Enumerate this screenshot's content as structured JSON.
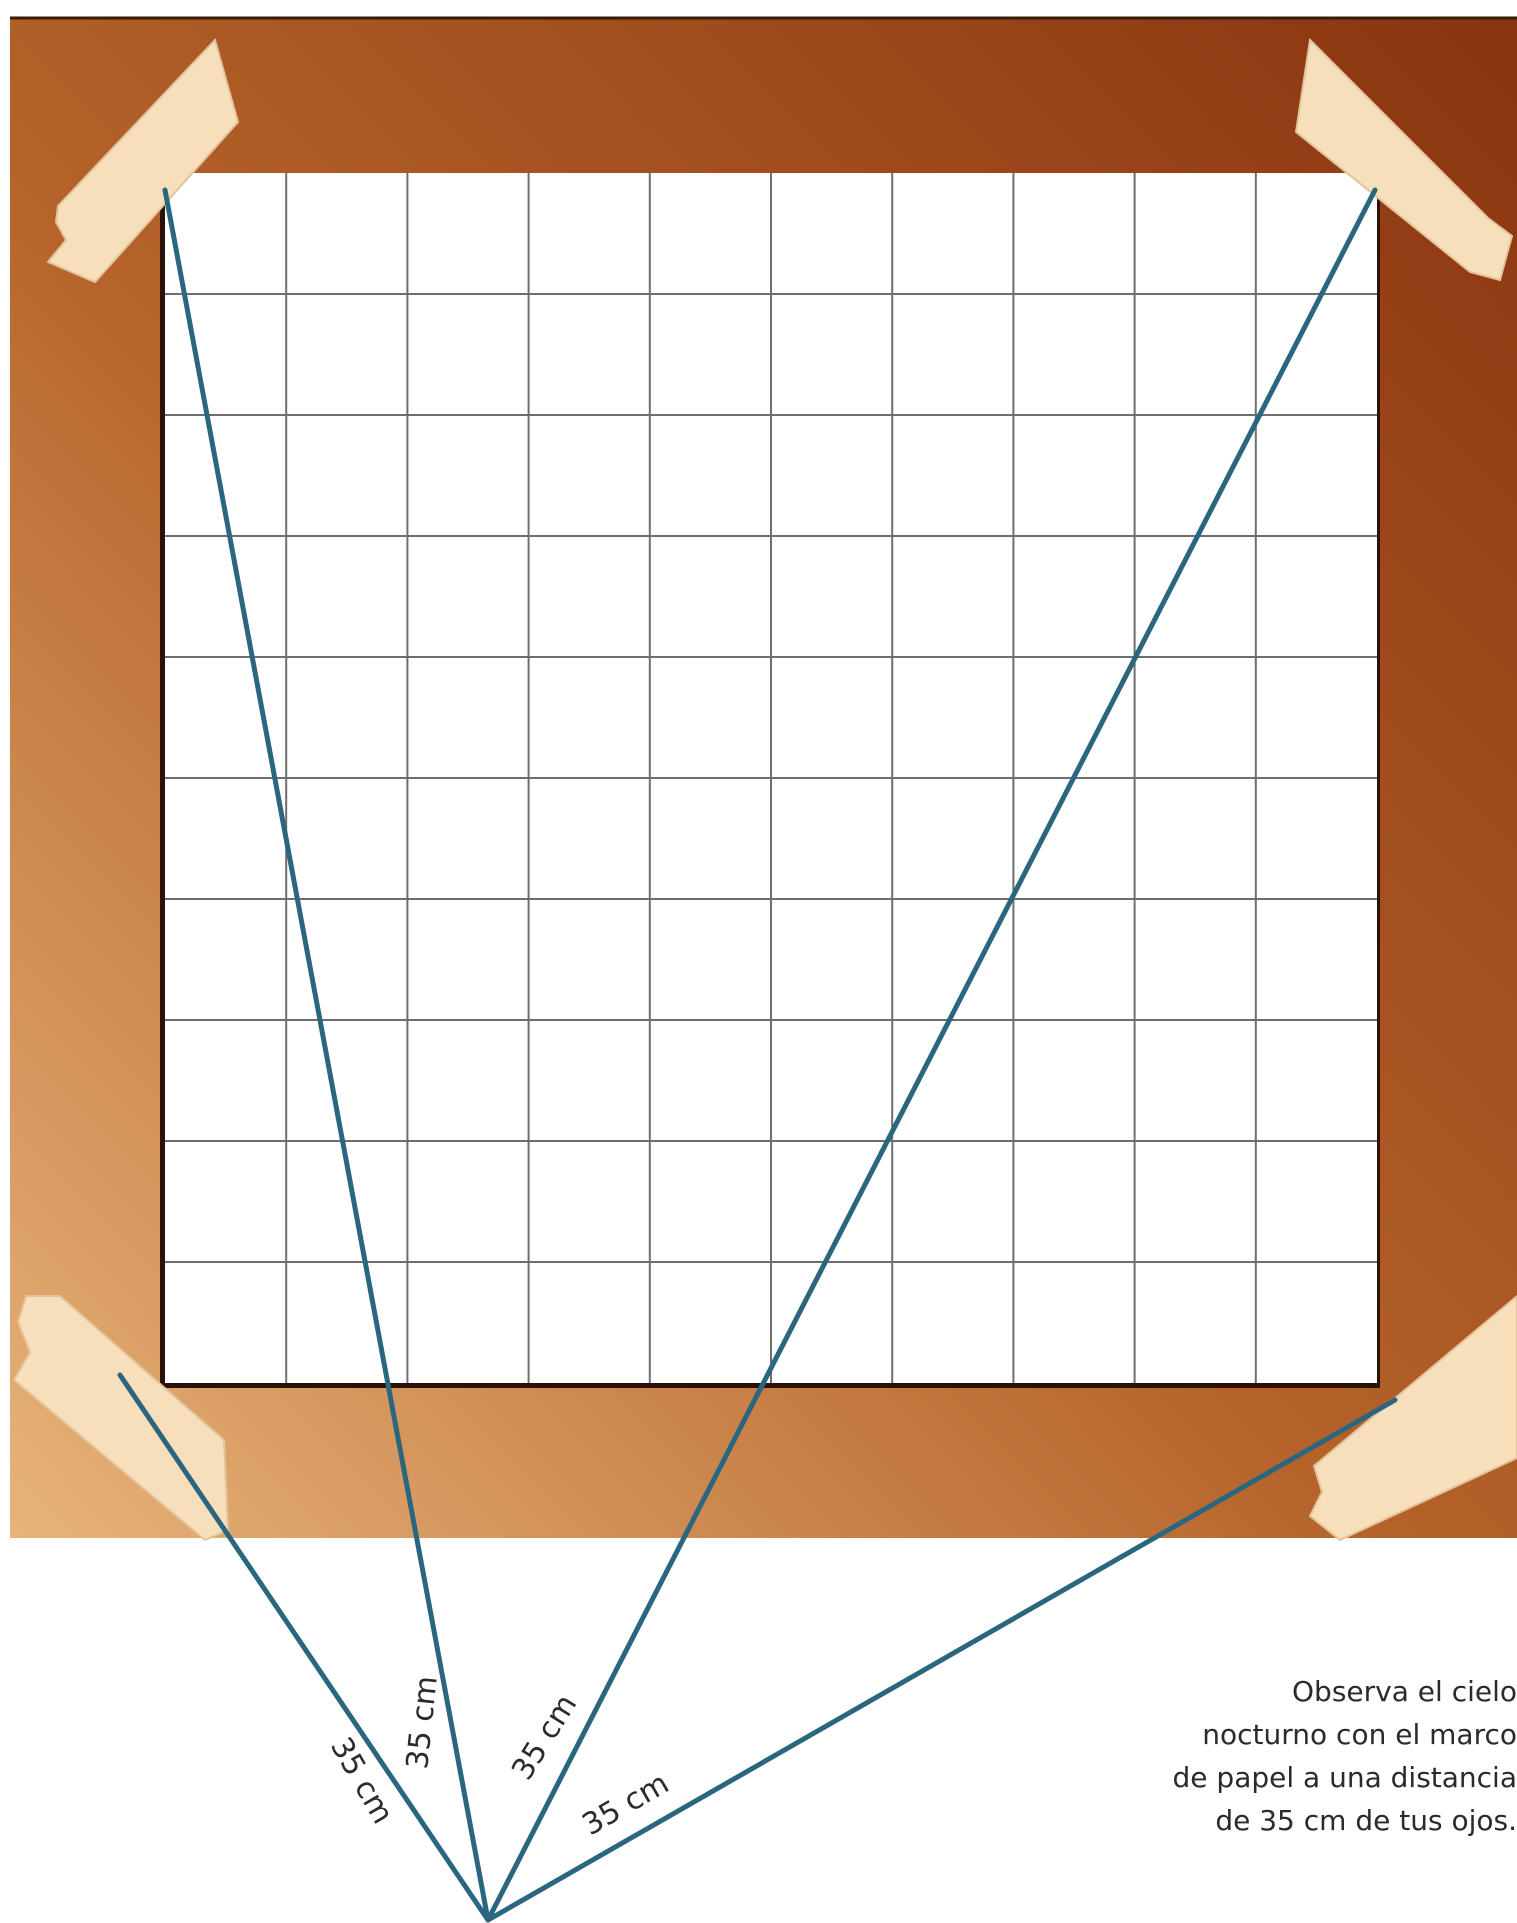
{
  "colors": {
    "frame_dark": "#8a3410",
    "frame_mid": "#b5632a",
    "frame_light": "#e8b47a",
    "paper": "#ffffff",
    "grid_line": "#6e6e6e",
    "sight_line": "#2a6680",
    "tape": "#f7dfbc",
    "text": "#2b2b2b"
  },
  "diagram": {
    "grid_columns": 10,
    "grid_rows": 10,
    "distance_labels": [
      "35 cm",
      "35 cm",
      "35 cm",
      "35 cm"
    ]
  },
  "caption": {
    "lines": [
      "Observa el cielo",
      "nocturno con el marco",
      "de papel a una distancia",
      "de 35 cm de tus ojos."
    ]
  }
}
